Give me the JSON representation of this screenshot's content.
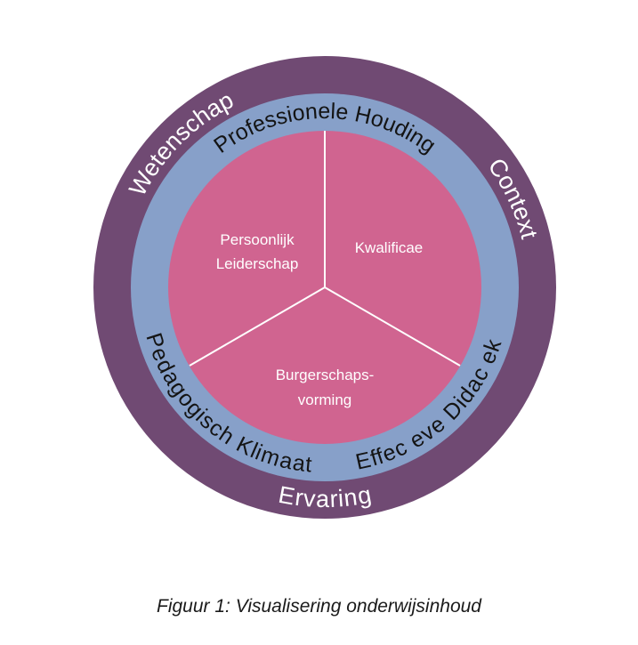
{
  "colors": {
    "outer_ring": "#704a73",
    "middle_ring": "#87a0c9",
    "inner_circle": "#d06490",
    "white": "#ffffff",
    "ring_text_middle": "#141414"
  },
  "outer_ring": {
    "top_left": "Wetenschap",
    "top_right": "Context",
    "bottom": "Ervaring"
  },
  "middle_ring": {
    "top": "Professionele Houding",
    "left": "Pedagogisch Klimaat",
    "right": "Effec eve Didac ek"
  },
  "inner_segments": {
    "left_line1": "Persoonlijk",
    "left_line2": "Leiderschap",
    "right": "Kwalificae",
    "bottom_line1": "Burgerschaps-",
    "bottom_line2": "vorming"
  },
  "caption": "Figuur 1: Visualisering onderwijsinhoud"
}
